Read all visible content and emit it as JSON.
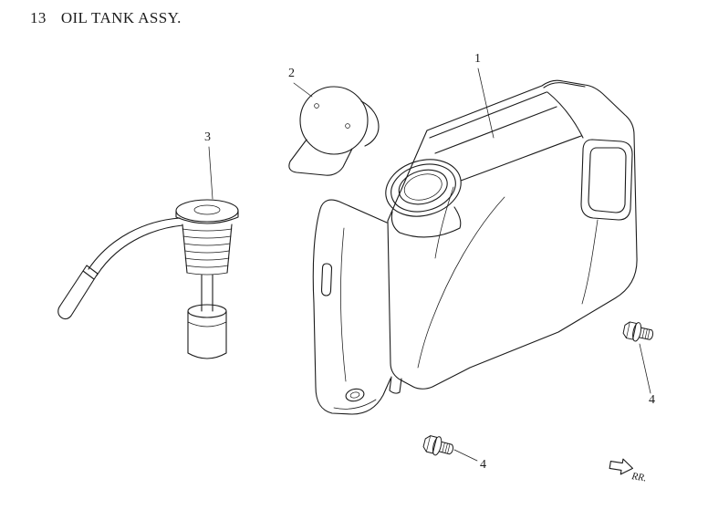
{
  "figure": {
    "number": "13",
    "title": "OIL TANK ASSY."
  },
  "callouts": {
    "tank": "1",
    "filler_cap": "2",
    "oil_level_gauge": "3",
    "bolt_front": "4",
    "bolt_rear": "4"
  },
  "direction_indicator": {
    "label": "RR."
  },
  "colors": {
    "line": "#1b1b1b",
    "background": "#ffffff"
  }
}
